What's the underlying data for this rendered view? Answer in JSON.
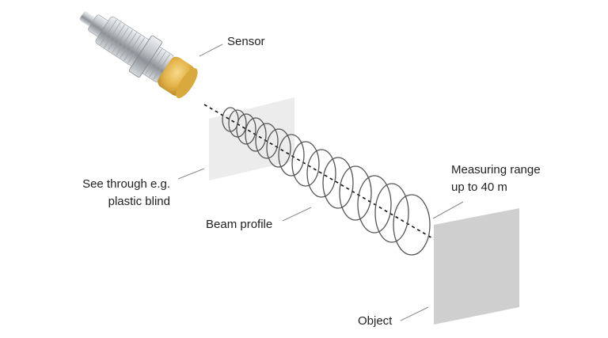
{
  "labels": {
    "sensor": "Sensor",
    "see_through_line1": "See through e.g.",
    "see_through_line2": "plastic blind",
    "beam_profile": "Beam profile",
    "measuring_range_line1": "Measuring range",
    "measuring_range_line2": "up to 40 m",
    "object": "Object"
  },
  "colors": {
    "sensor_body": "#b8bcc0",
    "sensor_lens": "#e6b84a",
    "blind": "#e9e9e9",
    "object": "#cfcfcf",
    "beam_rings": "#555555",
    "beam_axis": "#111111"
  }
}
